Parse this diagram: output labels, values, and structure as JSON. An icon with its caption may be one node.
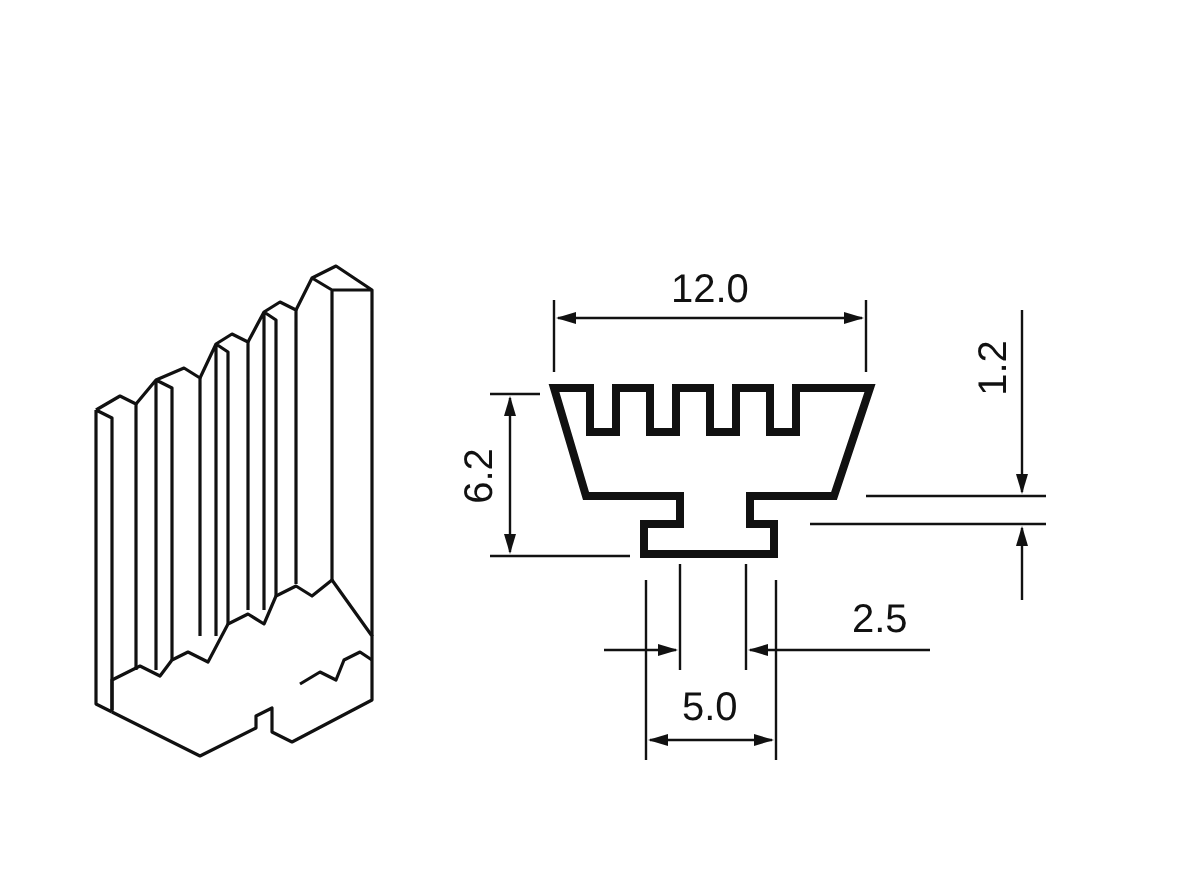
{
  "diagram": {
    "labels": [
      "12.0",
      "1.2",
      "6.2",
      "2.5",
      "5.0"
    ]
  }
}
